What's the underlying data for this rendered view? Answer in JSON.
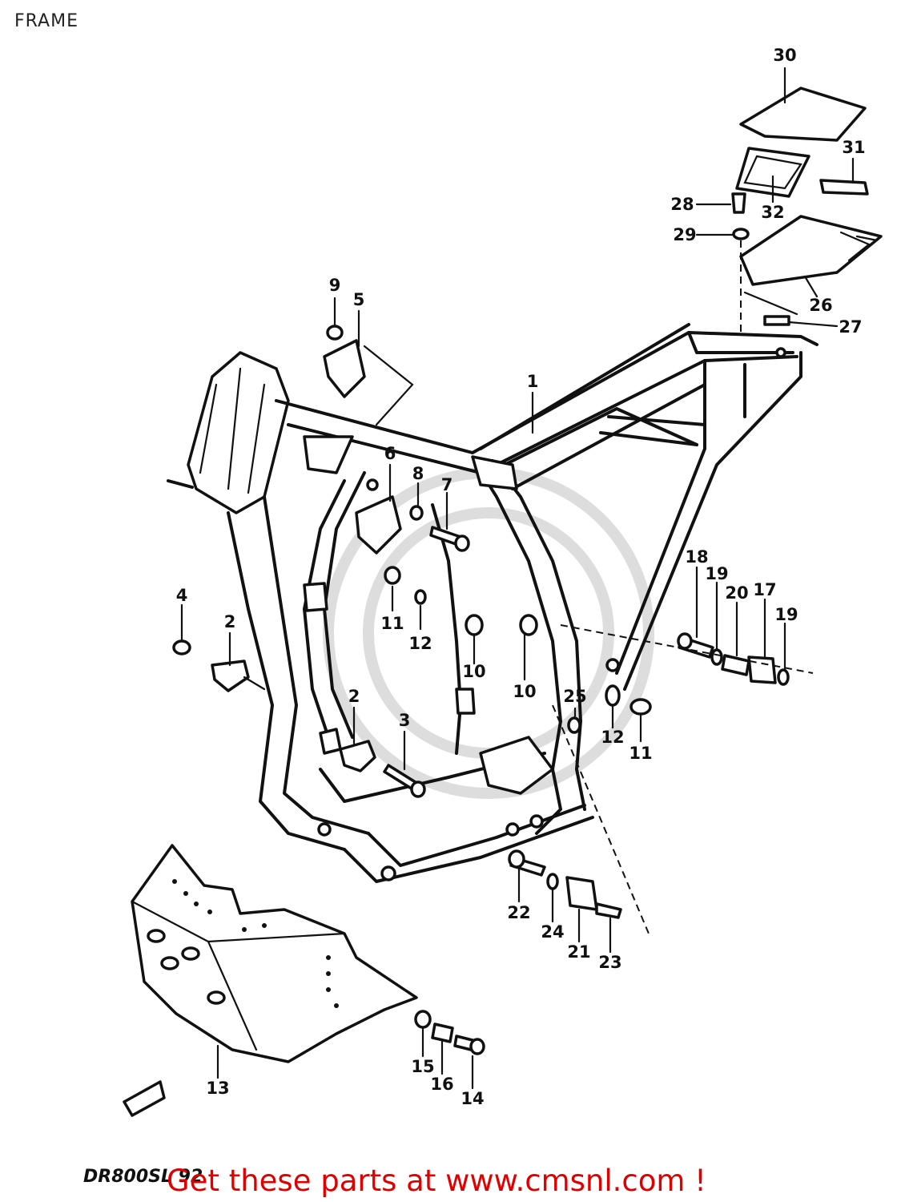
{
  "title": "FRAME",
  "model_code": "DR800SL 92",
  "footer_text": "Get these parts at www.cmsnl.com !",
  "colors": {
    "footer": "#e00000",
    "drawing": "#111111"
  },
  "callouts": {
    "c1": "1",
    "c2a": "2",
    "c2b": "2",
    "c3": "3",
    "c4": "4",
    "c5": "5",
    "c6": "6",
    "c7": "7",
    "c8": "8",
    "c9": "9",
    "c10a": "10",
    "c10b": "10",
    "c11a": "11",
    "c11b": "11",
    "c12a": "12",
    "c12b": "12",
    "c13": "13",
    "c14": "14",
    "c15": "15",
    "c16": "16",
    "c17": "17",
    "c18": "18",
    "c19a": "19",
    "c19b": "19",
    "c20": "20",
    "c21": "21",
    "c22": "22",
    "c23": "23",
    "c24": "24",
    "c25": "25",
    "c26": "26",
    "c27": "27",
    "c28": "28",
    "c29": "29",
    "c30": "30",
    "c31": "31",
    "c32": "32"
  }
}
